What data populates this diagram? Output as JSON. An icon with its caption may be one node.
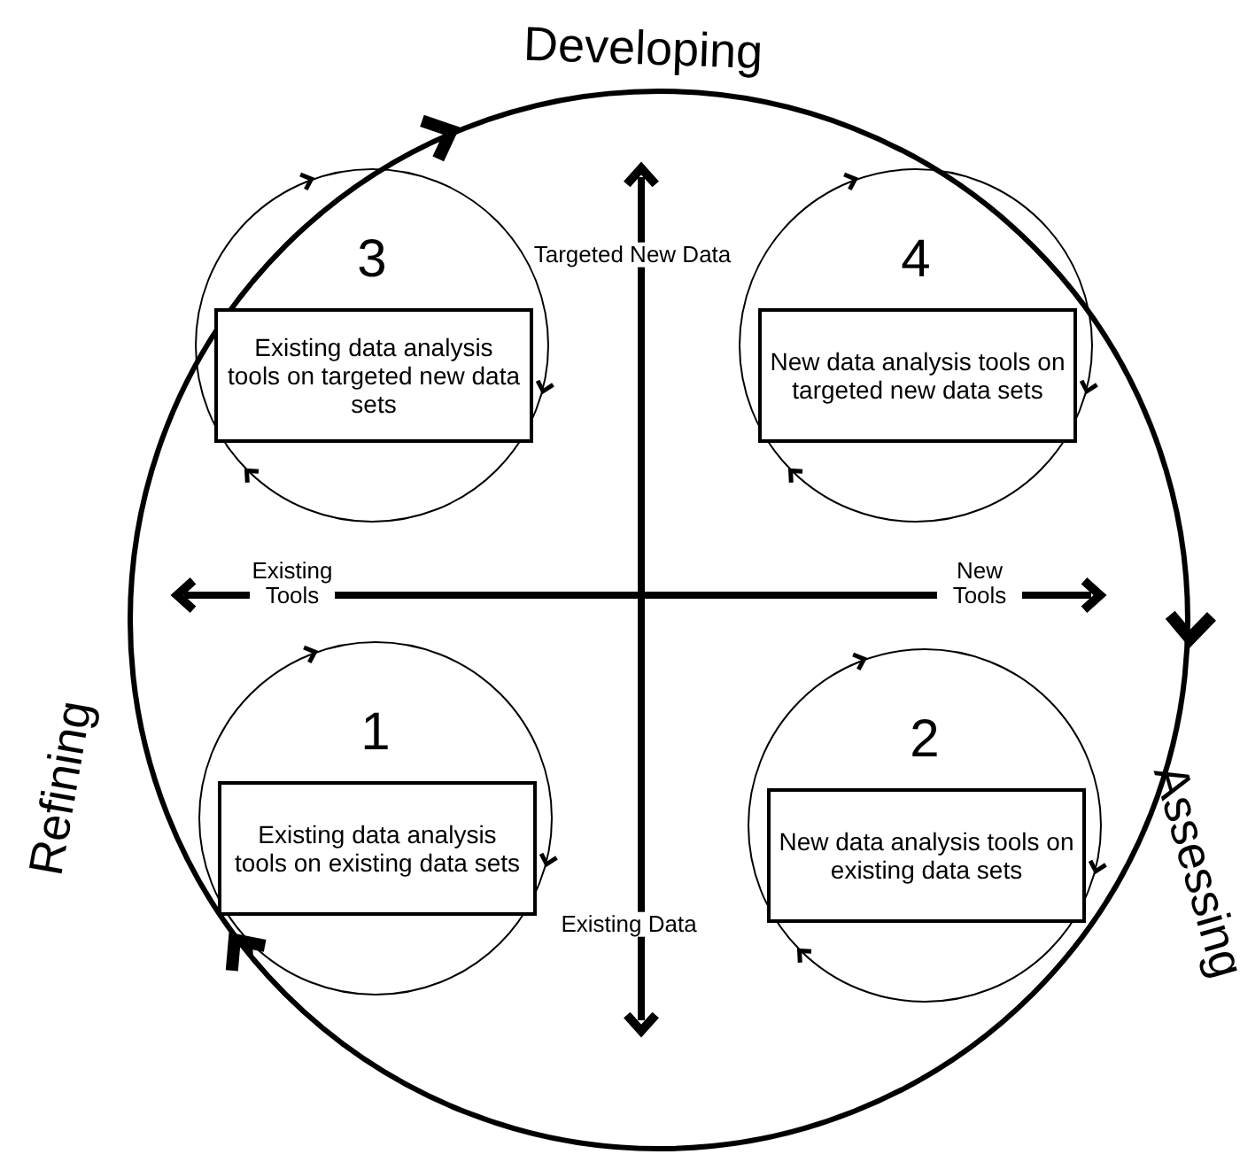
{
  "diagram": {
    "nodes": [
      {
        "text": [],
        "shape": "circle"
      },
      {
        "text": [
          "3"
        ],
        "in": 0
      },
      {
        "text": [
          "Existing data analysis tools on targeted new data sets"
        ],
        "in": 1
      },
      {
        "text": [
          "4"
        ],
        "in": 0
      },
      {
        "text": [
          "New data analysis tools on targeted new data sets"
        ],
        "in": 3
      },
      {
        "text": [
          "1"
        ],
        "in": 0
      },
      {
        "text": [
          "Existing data analysis tools on existing data sets"
        ],
        "in": 5
      },
      {
        "text": [
          "2"
        ],
        "in": 0
      },
      {
        "text": [
          "New data analysis tools on existing data sets"
        ],
        "in": 7
      }
    ],
    "labels": [
      "Developing",
      "Targeted New Data",
      "Existing Tools",
      "New Tools",
      "Refining",
      "Assessing",
      "Existing Data"
    ]
  }
}
